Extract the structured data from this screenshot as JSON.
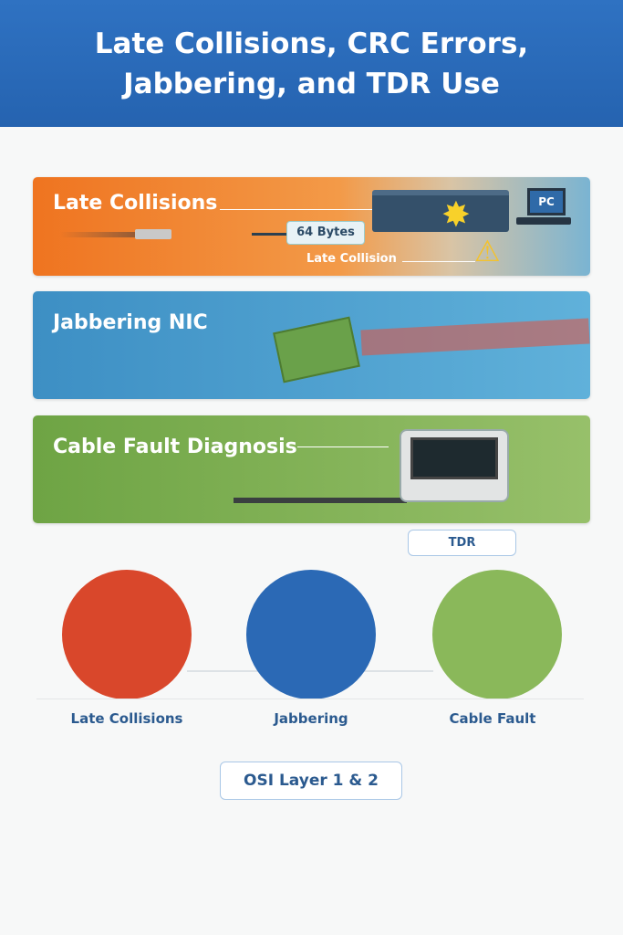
{
  "header": {
    "title_line1": "Late Collisions, CRC Errors,",
    "title_line2": "Jabbering, and TDR Use"
  },
  "panels": [
    {
      "title": "Late Collisions",
      "bubble": "64 Bytes",
      "annotation": "Late Collision",
      "device_label": "PC"
    },
    {
      "title": "Jabbering NIC"
    },
    {
      "title": "Cable Fault Diagnosis",
      "device_label": "TDR"
    }
  ],
  "icons": [
    {
      "label": "Late Collisions",
      "color": "#d9472b"
    },
    {
      "label": "Jabbering",
      "color": "#2b69b5"
    },
    {
      "label": "Cable Fault",
      "color": "#8ab85a"
    }
  ],
  "footer_badge": "OSI Layer 1 & 2"
}
